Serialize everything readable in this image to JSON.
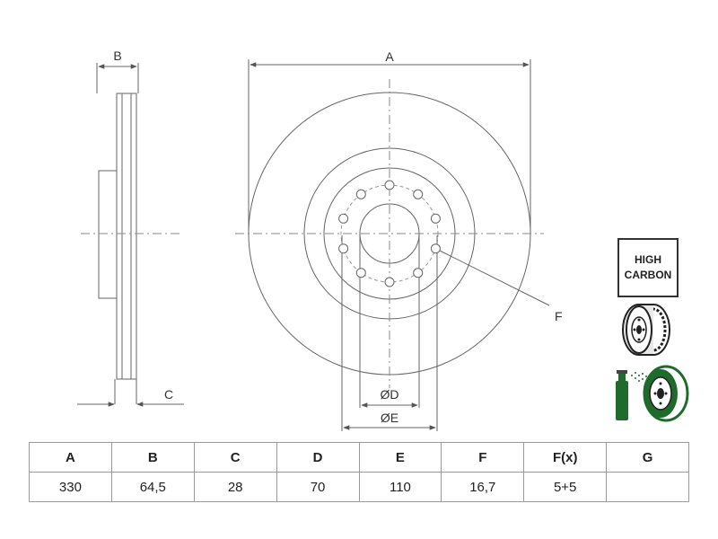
{
  "dimension_labels": {
    "A": "A",
    "B": "B",
    "C": "C",
    "F": "F",
    "D": "ØD",
    "E": "ØE"
  },
  "badge": {
    "line1": "HIGH",
    "line2": "CARBON"
  },
  "table": {
    "headers": [
      "A",
      "B",
      "C",
      "D",
      "E",
      "F",
      "F(x)",
      "G"
    ],
    "values": [
      "330",
      "64,5",
      "28",
      "70",
      "110",
      "16,7",
      "5+5",
      ""
    ]
  },
  "icons": [
    "ventilated-disc-icon",
    "coated-disc-icon"
  ],
  "colors": {
    "line": "#555555",
    "green": "#1f6b2b"
  }
}
